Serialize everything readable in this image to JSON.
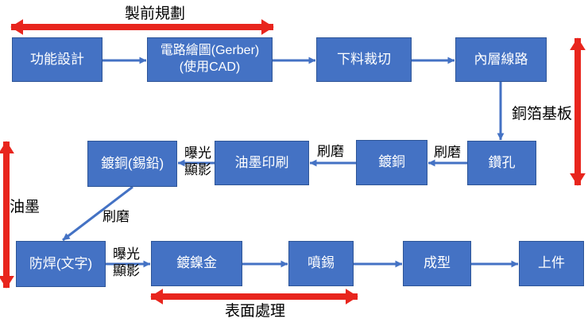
{
  "colors": {
    "box_fill": "#4472C4",
    "box_border": "#2E5597",
    "arrow_blue": "#4472C4",
    "arrow_red": "#E8251D",
    "box_text": "#FFFFFF",
    "label_text": "#000000"
  },
  "phases": {
    "pre_production": "製前規劃",
    "copper_substrate": "銅箔基板",
    "ink": "油墨",
    "surface_treatment": "表面處理"
  },
  "boxes": {
    "function_design": "功能設計",
    "circuit_drawing_line1": "電路繪圖(Gerber)",
    "circuit_drawing_line2": "(使用CAD)",
    "cutting": "下料裁切",
    "inner_layer_circuit": "內層線路",
    "drilling": "鑽孔",
    "copper_plating": "鍍銅",
    "ink_printing": "油墨印刷",
    "copper_tin_lead_plating": "鍍銅(錫鉛)",
    "solder_mask_text": "防焊(文字)",
    "nickel_gold_plating": "鍍鎳金",
    "tin_spray": "噴錫",
    "forming": "成型",
    "loading": "上件"
  },
  "edge_labels": {
    "brush_drill_to_copper": "刷磨",
    "brush_copper_to_ink": "刷磨",
    "brush_diagonal": "刷磨",
    "expose_1": "曝光",
    "develop_1": "顯影",
    "expose_2": "曝光",
    "develop_2": "顯影"
  }
}
